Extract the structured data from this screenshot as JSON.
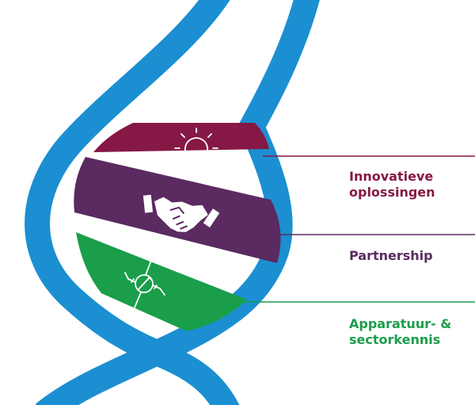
{
  "colors": {
    "helix": "#1b8fd2",
    "innovation": "#861845",
    "partnership": "#5a2a60",
    "equipment": "#1a9e4a",
    "icon": "#ffffff"
  },
  "segments": [
    {
      "id": "innovation",
      "icon": "lightbulb-icon",
      "label_lines": [
        "Innovatieve",
        "oplossingen"
      ]
    },
    {
      "id": "partnership",
      "icon": "handshake-icon",
      "label_lines": [
        "Partnership"
      ]
    },
    {
      "id": "equipment",
      "icon": "compass-gear-icon",
      "label_lines": [
        "Apparatuur- &",
        "sectorkennis"
      ]
    }
  ]
}
